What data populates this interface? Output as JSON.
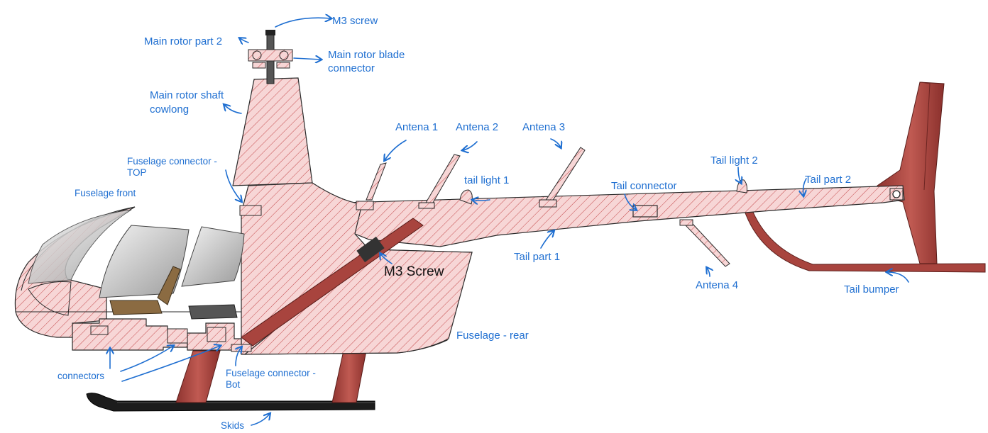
{
  "colors": {
    "label": "#1f6fd1",
    "hatch_fill": "#f7d6d6",
    "hatch_line": "#c4484a",
    "outline": "#2a2a2a",
    "red_part": "#a8443e",
    "skid": "#1c1c1c"
  },
  "labels": {
    "m3_screw": "M3 screw",
    "main_rotor_part2": "Main rotor part 2",
    "main_rotor_blade_connector_l1": "Main rotor blade",
    "main_rotor_blade_connector_l2": "connector",
    "main_rotor_shaft_cowlong_l1": "Main rotor shaft",
    "main_rotor_shaft_cowlong_l2": "cowlong",
    "fuselage_connector_top_l1": "Fuselage connector -",
    "fuselage_connector_top_l2": "TOP",
    "fuselage_front": "Fuselage front",
    "antena1": "Antena 1",
    "antena2": "Antena 2",
    "antena3": "Antena 3",
    "tail_light1": "tail light 1",
    "tail_connector": "Tail connector",
    "tail_light2": "Tail light 2",
    "tail_part2": "Tail part 2",
    "tail_part1": "Tail part 1",
    "m3_screw_lower": "M3 Screw",
    "antena4": "Antena 4",
    "tail_bumper": "Tail bumper",
    "fuselage_rear": "Fuselage - rear",
    "connectors": "connectors",
    "fuselage_connector_bot_l1": "Fuselage connector -",
    "fuselage_connector_bot_l2": "Bot",
    "skids": "Skids"
  }
}
